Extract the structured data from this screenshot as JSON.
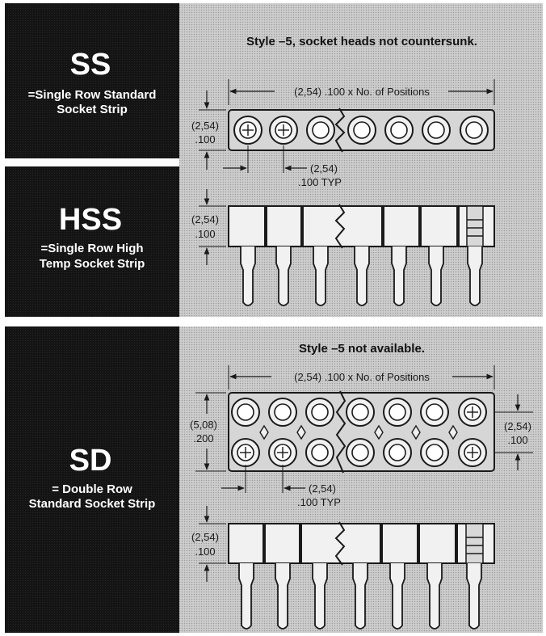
{
  "colors": {
    "label_panel": "#151515",
    "figure_panel": "#c9c9c9",
    "line": "#1a1a1a",
    "socket_fill": "#f1f1f1"
  },
  "sections": [
    {
      "code": "SS",
      "description_lines": [
        "=Single Row Standard",
        "Socket Strip"
      ],
      "note": "Style –5, socket heads not countersunk.",
      "dims": {
        "length": "(2,54) .100 x No. of Positions",
        "height_mm": "(2,54)",
        "height_in": ".100",
        "pitch_mm": "(2,54)",
        "pitch_in": ".100 TYP"
      }
    },
    {
      "code": "HSS",
      "description_lines": [
        "=Single Row High",
        "Temp Socket Strip"
      ],
      "dims": {
        "height_mm": "(2,54)",
        "height_in": ".100"
      }
    },
    {
      "code": "SD",
      "description_lines": [
        "= Double Row",
        "Standard Socket Strip"
      ],
      "note": "Style –5 not available.",
      "dims": {
        "length": "(2,54) .100 x No. of Positions",
        "height_mm": "(5,08)",
        "height_in": ".200",
        "right_mm": "(2,54)",
        "right_in": ".100",
        "pitch_mm": "(2,54)",
        "pitch_in": ".100 TYP",
        "side_mm": "(2,54)",
        "side_in": ".100"
      }
    }
  ]
}
